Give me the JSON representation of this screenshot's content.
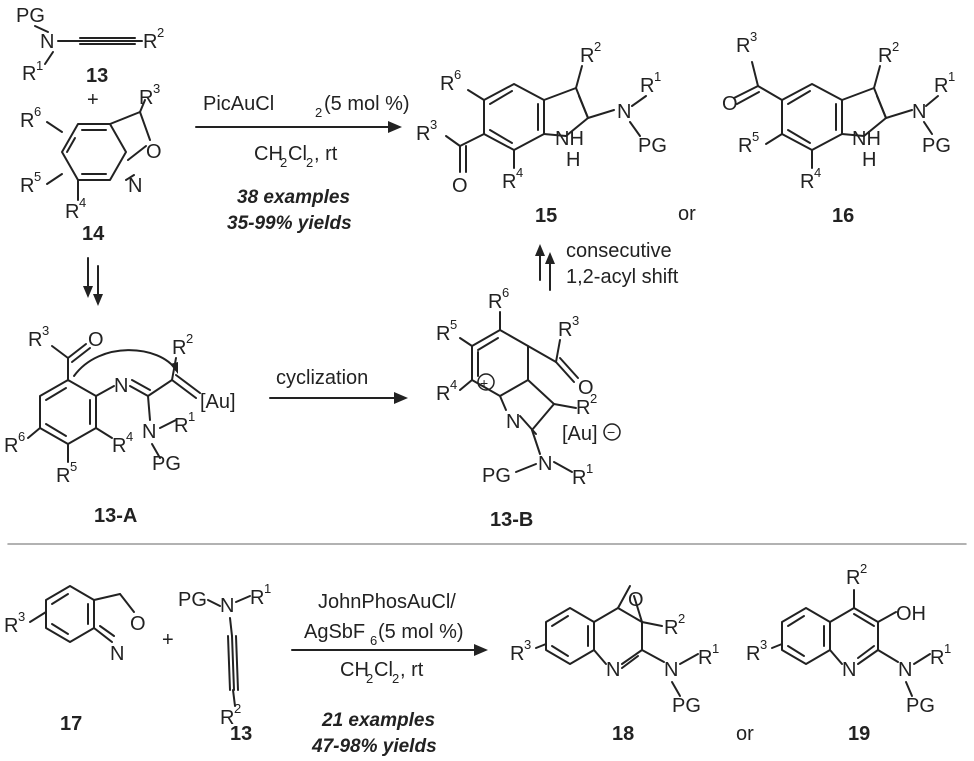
{
  "top": {
    "alkyne": {
      "pg": "PG",
      "n": "N",
      "r1": "R",
      "r1sup": "1",
      "r2": "R",
      "r2sup": "2",
      "num": "13",
      "plus": "+"
    },
    "anthranil": {
      "r3": "R",
      "r3sup": "3",
      "r4": "R",
      "r4sup": "4",
      "r5": "R",
      "r5sup": "5",
      "r6": "R",
      "r6sup": "6",
      "o": "O",
      "n": "N",
      "num": "14"
    },
    "reaction": {
      "catalyst_main": "PicAuCl",
      "catalyst_sub": "2",
      "catalyst_rest": " (5 mol %)",
      "solvent_a": "CH",
      "solvent_sub1": "2",
      "solvent_b": "Cl",
      "solvent_sub2": "2",
      "solvent_c": ", rt",
      "examples": "38 examples",
      "yields": "35-99% yields"
    },
    "product15": {
      "num": "15",
      "nh": "NH",
      "h": "H"
    },
    "or_text": "or",
    "product16": {
      "num": "16"
    },
    "shift": {
      "line1": "consecutive",
      "line2": "1,2-acyl shift"
    },
    "cyclization": "cyclization",
    "intA": {
      "num": "13-A",
      "au": "[Au]",
      "n": "N",
      "pg": "PG"
    },
    "intB": {
      "num": "13-B",
      "plus": "+",
      "minus": "−",
      "au": "[Au]",
      "n": "N",
      "pg": "PG"
    }
  },
  "bottom": {
    "sm17": {
      "num": "17",
      "r3": "R",
      "r3sup": "3",
      "o": "O",
      "n": "N"
    },
    "plus": "+",
    "sm13": {
      "num": "13",
      "pg": "PG",
      "n": "N",
      "r1": "R",
      "r1sup": "1",
      "r2": "R",
      "r2sup": "2"
    },
    "reaction": {
      "cat1": "JohnPhosAuCl/",
      "cat2a": "AgSbF",
      "cat2sub": "6",
      "cat2b": " (5 mol %)",
      "solvent_a": "CH",
      "solvent_sub1": "2",
      "solvent_b": "Cl",
      "solvent_sub2": "2",
      "solvent_c": ", rt",
      "examples": "21 examples",
      "yields": "47-98% yields"
    },
    "p18": {
      "num": "18",
      "o": "O"
    },
    "or_text": "or",
    "p19": {
      "num": "19",
      "oh": "OH"
    }
  }
}
